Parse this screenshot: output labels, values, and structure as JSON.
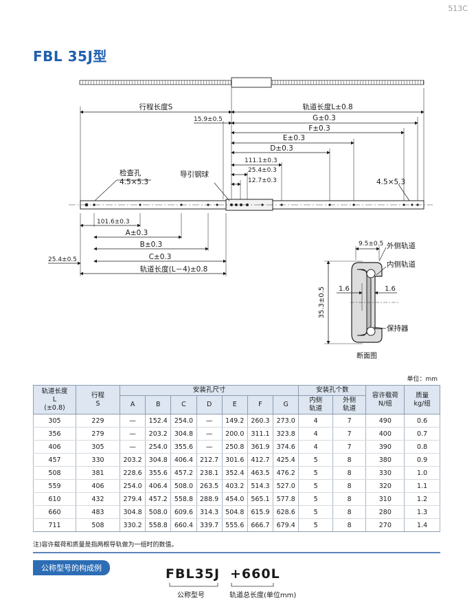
{
  "page_number": "513C",
  "title": "FBL 35J型",
  "drawing": {
    "stroke_labels": {
      "full_length": "轨道长度L±0.8",
      "stroke": "行程长度S",
      "g": "G±0.3",
      "f": "F±0.3",
      "e": "E±0.3",
      "d": "D±0.3",
      "d111": "111.1±0.3",
      "d25": "25.4±0.3",
      "d12": "12.7±0.3",
      "d15": "15.9±0.5",
      "check_hole": "检查孔",
      "check_hole_size": "4.5×5.3",
      "guide_ball": "导引钢球",
      "hole_right": "4.5×5.3",
      "d101": "101.6±0.3",
      "a": "A±0.3",
      "b": "B±0.3",
      "c": "C±0.3",
      "d254": "25.4±0.5",
      "inner_length": "轨道长度(L－4)±0.8"
    },
    "section": {
      "width_dim": "9.5±0.5",
      "outer_rail": "外侧轨道",
      "inner_rail": "内侧轨道",
      "left_dim": "1.6",
      "right_dim": "1.6",
      "height_dim": "35.3±0.5",
      "retainer": "保持器",
      "caption": "断面图"
    }
  },
  "unit_label": "单位：mm",
  "table": {
    "headers": {
      "rail_length": [
        "轨道长度",
        "L",
        "(±0.8)"
      ],
      "stroke": [
        "行程",
        "S"
      ],
      "mount_holes": "安装孔尺寸",
      "hole_cols": [
        "A",
        "B",
        "C",
        "D",
        "E",
        "F",
        "G"
      ],
      "hole_count": "安装孔个数",
      "inner": [
        "内侧",
        "轨道"
      ],
      "outer": [
        "外侧",
        "轨道"
      ],
      "load": [
        "容许载荷",
        "N/组"
      ],
      "mass": [
        "质量",
        "kg/组"
      ]
    },
    "rows": [
      [
        "305",
        "229",
        "—",
        "152.4",
        "254.0",
        "—",
        "149.2",
        "260.3",
        "273.0",
        "4",
        "7",
        "490",
        "0.6"
      ],
      [
        "356",
        "279",
        "—",
        "203.2",
        "304.8",
        "—",
        "200.0",
        "311.1",
        "323.8",
        "4",
        "7",
        "400",
        "0.7"
      ],
      [
        "406",
        "305",
        "—",
        "254.0",
        "355.6",
        "—",
        "250.8",
        "361.9",
        "374.6",
        "4",
        "7",
        "390",
        "0.8"
      ],
      [
        "457",
        "330",
        "203.2",
        "304.8",
        "406.4",
        "212.7",
        "301.6",
        "412.7",
        "425.4",
        "5",
        "8",
        "380",
        "0.9"
      ],
      [
        "508",
        "381",
        "228.6",
        "355.6",
        "457.2",
        "238.1",
        "352.4",
        "463.5",
        "476.2",
        "5",
        "8",
        "330",
        "1.0"
      ],
      [
        "559",
        "406",
        "254.0",
        "406.4",
        "508.0",
        "263.5",
        "403.2",
        "514.3",
        "527.0",
        "5",
        "8",
        "320",
        "1.1"
      ],
      [
        "610",
        "432",
        "279.4",
        "457.2",
        "558.8",
        "288.9",
        "454.0",
        "565.1",
        "577.8",
        "5",
        "8",
        "310",
        "1.2"
      ],
      [
        "660",
        "483",
        "304.8",
        "508.0",
        "609.6",
        "314.3",
        "504.8",
        "615.9",
        "628.6",
        "5",
        "8",
        "280",
        "1.3"
      ],
      [
        "711",
        "508",
        "330.2",
        "558.8",
        "660.4",
        "339.7",
        "555.6",
        "666.7",
        "679.4",
        "5",
        "8",
        "270",
        "1.4"
      ]
    ]
  },
  "note": "注)容许载荷和质量是指两根导轨做为一组时的数值。",
  "example": {
    "label": "公称型号的构成例",
    "model": "FBL35J",
    "length": "+660L",
    "model_caption": "公称型号",
    "length_caption": "轨道总长度(单位mm)"
  }
}
